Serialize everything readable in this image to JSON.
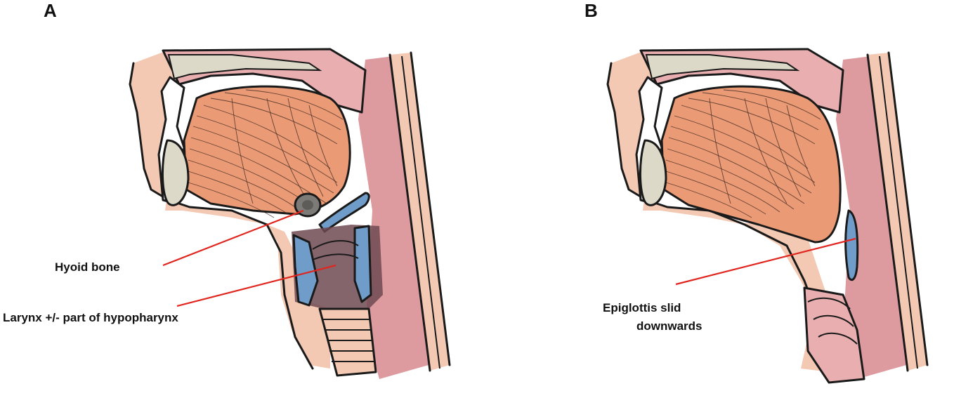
{
  "panels": [
    {
      "letter": "A",
      "labels": {
        "hyoid": "Hyoid bone",
        "larynx": "Larynx +/- part of hypopharynx"
      }
    },
    {
      "letter": "B",
      "labels": {
        "epiglottis_line1": "Epiglottis slid",
        "epiglottis_line2": "downwards"
      }
    }
  ],
  "colors": {
    "skin": "#f3c9b3",
    "pharynx_wall": "#d98f95",
    "tongue_muscle": "#ea9a74",
    "palate": "#e8aeb0",
    "bone": "#ddd9c9",
    "cartilage": "#6f9cc8",
    "larynx_shadow": "#6e4a52",
    "hyoid": "#7c7b78",
    "pointer": "#e0261f"
  },
  "icons": [
    "sagittal-head-neck-illustration-a",
    "sagittal-head-neck-illustration-b"
  ]
}
